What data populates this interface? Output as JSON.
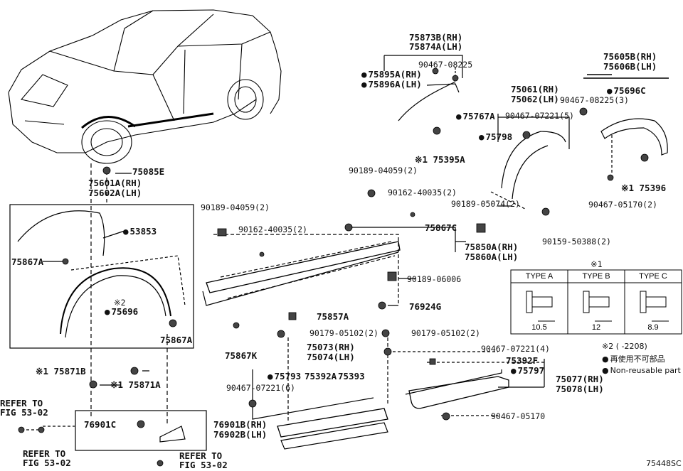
{
  "doc_code": "75448SC",
  "parts": {
    "p75873b": "75873B(RH)",
    "p75874a": "75874A(LH)",
    "p90467_08225": "90467-08225",
    "p75895a": "75895A(RH)",
    "p75896a": "75896A(LH)",
    "p75061": "75061(RH)",
    "p75062": "75062(LH)",
    "p90467_07221_5": "90467-07221(5)",
    "p75767a": "75767A",
    "p75798": "75798",
    "p75395a": "※1 75395A",
    "p75605b": "75605B(RH)",
    "p75606b": "75606B(LH)",
    "p90467_08225_3": "90467-08225(3)",
    "p75696c": "75696C",
    "p175396": "※1 75396",
    "p90467_05170_2": "90467-05170(2)",
    "p75085e": "75085E",
    "p75601a": "75601A(RH)",
    "p75602a": "75602A(LH)",
    "p53853": "53853",
    "p75867a_l": "75867A",
    "p75696": "75696",
    "p75867a_r": "75867A",
    "mark2": "※2",
    "p90189_04059_a": "90189-04059(2)",
    "p90162_40035_a": "90162-40035(2)",
    "p90189_04059_b": "90189-04059(2)",
    "p90162_40035_b": "90162-40035(2)",
    "p90189_05074": "90189-05074(2)",
    "p75867c": "75867C",
    "p90159_50388": "90159-50388(2)",
    "p75850a": "75850A(RH)",
    "p75860a": "75860A(LH)",
    "p90189_06006": "90189-06006",
    "p75857a": "75857A",
    "p76924g": "76924G",
    "p75867k": "75867K",
    "p90179_05102_a": "90179-05102(2)",
    "p90179_05102_b": "90179-05102(2)",
    "p75073": "75073(RH)",
    "p75074": "75074(LH)",
    "p75793": "75793",
    "p75392a": "75392A",
    "p75393": "75393",
    "p90467_07221_6": "90467-07221(6)",
    "p90467_07221_4": "90467-07221(4)",
    "p75392f": "75392F",
    "p75797": "75797",
    "p75077": "75077(RH)",
    "p75078": "75078(LH)",
    "p90467_05170": "90467-05170",
    "p175871b": "※1 75871B",
    "p175871a": "※1 75871A",
    "p76901c": "76901C",
    "p76901b": "76901B(RH)",
    "p76902b": "76902B(LH)",
    "ref1_a": "REFER TO",
    "ref1_b": "FIG 53-02",
    "ref2_a": "REFER TO",
    "ref2_b": "FIG 53-02",
    "ref3_a": "REFER TO",
    "ref3_b": "FIG 53-02"
  },
  "type_table": {
    "mark": "※1",
    "headers": [
      "TYPE A",
      "TYPE B",
      "TYPE C"
    ],
    "dims": [
      "10.5",
      "12",
      "8.9"
    ]
  },
  "notes": {
    "note2": "※2 (      -2208)",
    "jp": "再使用不可部品",
    "en": "Non-reusable part"
  }
}
